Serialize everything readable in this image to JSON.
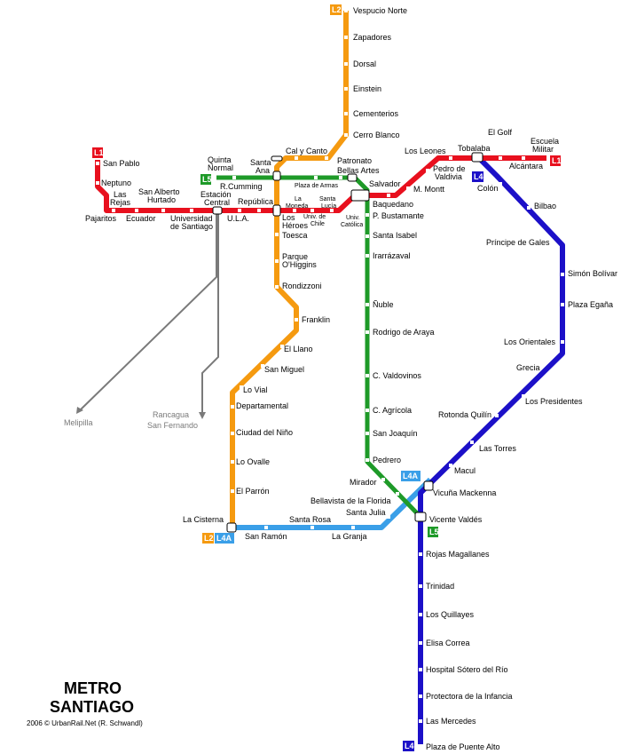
{
  "colors": {
    "L1": "#e8101e",
    "L2": "#f59a10",
    "L4": "#1c10c8",
    "L4A": "#3a9fe8",
    "L5": "#1e9a28",
    "branch": "#7a7a7a"
  },
  "title_line1": "METRO",
  "title_line2": "SANTIAGO",
  "credit": "2006 © UrbanRail.Net (R. Schwandl)",
  "branches": {
    "melipilla": "Melipilla",
    "rancagua": "Rancagua",
    "san_fernando": "San Fernando"
  },
  "badges": {
    "l1_west": "L1",
    "l1_east": "L1",
    "l2_north": "L2",
    "l2_south": "L2",
    "l4_north": "L4",
    "l4_south": "L4",
    "l4a_south": "L4A",
    "l4a_north": "L4A",
    "l5_west": "L5",
    "l5_south": "L5"
  },
  "stations": {
    "vespucio_norte": "Vespucio Norte",
    "zapadores": "Zapadores",
    "dorsal": "Dorsal",
    "einstein": "Einstein",
    "cementerios": "Cementerios",
    "cerro_blanco": "Cerro Blanco",
    "patronato": "Patronato",
    "cal_y_canto": "Cal y Canto",
    "santa_ana": [
      "Santa",
      "Ana"
    ],
    "quinta_normal": [
      "Quinta",
      "Normal"
    ],
    "r_cumming": "R.Cumming",
    "plaza_de_armas": "Plaza de Armas",
    "bellas_artes": "Bellas Artes",
    "salvador": "Salvador",
    "los_leones": "Los Leones",
    "tobalaba": "Tobalaba",
    "el_golf": "El Golf",
    "escuela_militar": [
      "Escuela",
      "Militar"
    ],
    "alcantara": "Alcántara",
    "pedro_de_valdivia": [
      "Pedro de",
      "Valdivia"
    ],
    "m_montt": "M. Montt",
    "san_pablo": "San Pablo",
    "neptuno": "Neptuno",
    "las_rejas": [
      "Las",
      "Rejas"
    ],
    "san_alberto_hurtado": [
      "San Alberto",
      "Hurtado"
    ],
    "estacion_central": [
      "Estación",
      "Central"
    ],
    "republica": "República",
    "pajaritos": "Pajaritos",
    "ecuador": "Ecuador",
    "universidad_de_santiago": [
      "Universidad",
      "de Santiago"
    ],
    "ula": "U.L.A.",
    "los_heroes": [
      "Los",
      "Héroes"
    ],
    "la_moneda": [
      "La",
      "Moneda"
    ],
    "univ_de_chile": [
      "Univ. de",
      "Chile"
    ],
    "santa_lucia": [
      "Santa",
      "Lucía"
    ],
    "univ_catolica": [
      "Univ.",
      "Católica"
    ],
    "baquedano": "Baquedano",
    "p_bustamante": "P. Bustamante",
    "santa_isabel": "Santa Isabel",
    "irarrazaval": "Irarrázaval",
    "nuble": "Ñuble",
    "rodrigo_de_araya": "Rodrigo de Araya",
    "c_valdovinos": "C. Valdovinos",
    "c_agricola": "C. Agrícola",
    "san_joaquin": "San Joaquín",
    "pedrero": "Pedrero",
    "mirador": "Mirador",
    "bellavista_de_la_florida": "Bellavista de la Florida",
    "toesca": "Toesca",
    "parque_ohiggins": [
      "Parque",
      "O'Higgins"
    ],
    "rondizzoni": "Rondizzoni",
    "franklin": "Franklin",
    "el_llano": "El Llano",
    "san_miguel": "San Miguel",
    "lo_vial": "Lo Vial",
    "departamental": "Departamental",
    "ciudad_del_nino": "Ciudad del Niño",
    "lo_ovalle": "Lo Ovalle",
    "el_parron": "El Parrón",
    "la_cisterna": "La Cisterna",
    "santa_rosa": "Santa Rosa",
    "san_ramon": "San Ramón",
    "la_granja": "La Granja",
    "santa_julia": "Santa Julia",
    "colon": "Colón",
    "bilbao": "Bilbao",
    "principe_de_gales": "Príncipe de Gales",
    "simon_bolivar": "Simón Bolívar",
    "plaza_egana": "Plaza Egaña",
    "los_orientales": "Los Orientales",
    "grecia": "Grecia",
    "los_presidentes": "Los Presidentes",
    "rotonda_quilin": "Rotonda Quilín",
    "las_torres": "Las Torres",
    "macul": "Macul",
    "vicuna_mackenna": "Vicuña Mackenna",
    "vicente_valdes": "Vicente Valdés",
    "rojas_magallanes": "Rojas Magallanes",
    "trinidad": "Trinidad",
    "los_quillayes": "Los Quillayes",
    "elisa_correa": "Elisa Correa",
    "hospital_sotero_del_rio": "Hospital Sótero del Río",
    "protectora_de_la_infancia": "Protectora de la Infancia",
    "las_mercedes": "Las Mercedes",
    "plaza_de_puente_alto": "Plaza de Puente Alto"
  }
}
